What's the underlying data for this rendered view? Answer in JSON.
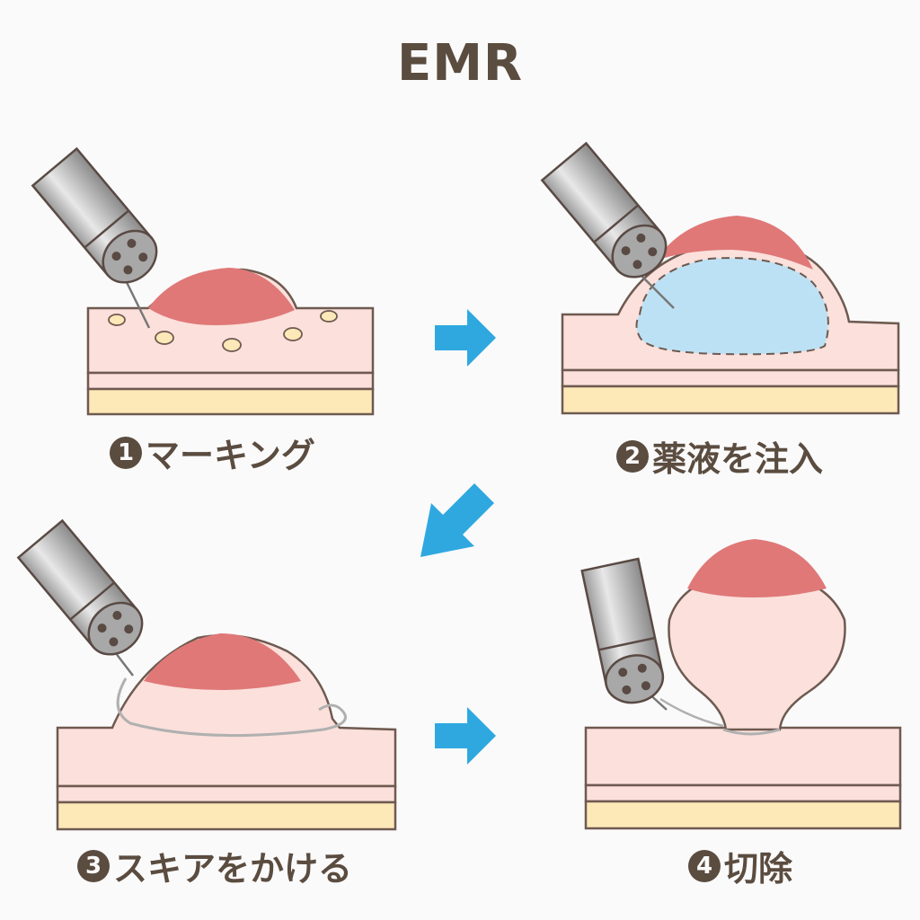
{
  "title": "EMR",
  "steps": [
    {
      "number": "1",
      "label": "マーキング"
    },
    {
      "number": "2",
      "label": "薬液を注入"
    },
    {
      "number": "3",
      "label": "スキアをかける"
    },
    {
      "number": "4",
      "label": "切除"
    }
  ],
  "colors": {
    "text": "#5b4c40",
    "mucosa": "#fbe0db",
    "tumor": "#e07878",
    "fluid": "#bde1f4",
    "fat_layer": "#fde8b8",
    "outline": "#6e5a50",
    "arrow": "#2fa8e0",
    "scope": "#c8c8c8"
  },
  "icons": [
    "arrow-right-icon",
    "arrow-down-left-icon",
    "endoscope-icon"
  ]
}
